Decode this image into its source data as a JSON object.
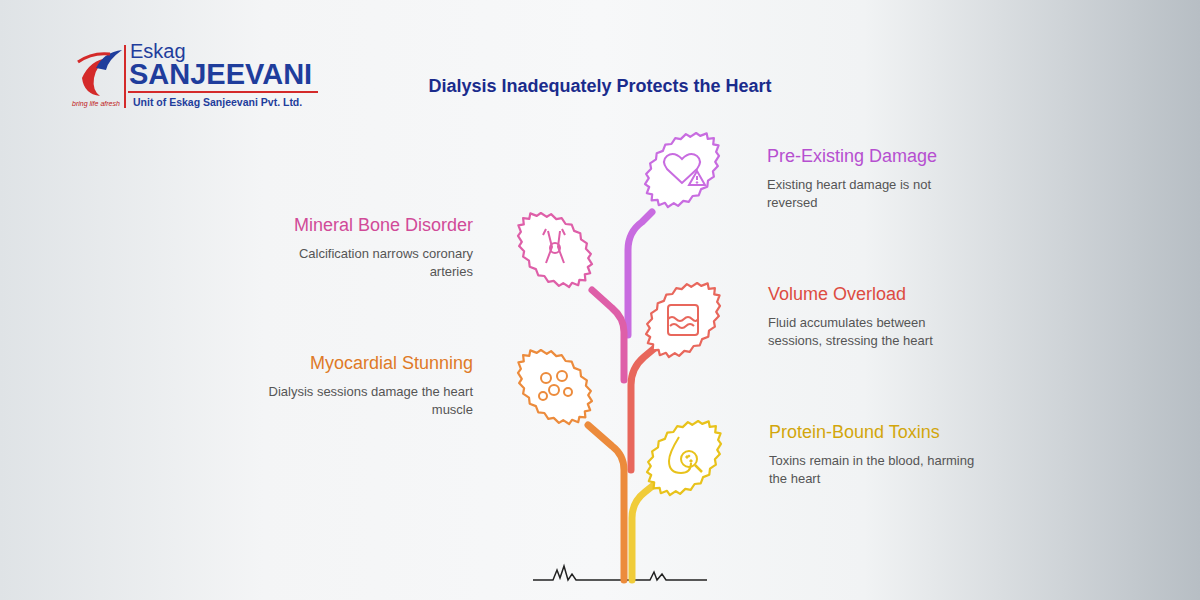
{
  "diagram": {
    "title": "Dialysis Inadequately Protects the Heart",
    "nodes": [
      {
        "text": [
          "Pre-Existing Damage",
          "Existing heart damage is not reversed"
        ]
      },
      {
        "text": [
          "Mineral Bone Disorder",
          "Calcification narrows coronary arteries"
        ]
      },
      {
        "text": [
          "Volume Overload",
          "Fluid accumulates between sessions, stressing the heart"
        ]
      },
      {
        "text": [
          "Myocardial Stunning",
          "Dialysis sessions damage the heart muscle"
        ]
      },
      {
        "text": [
          "Protein-Bound Toxins",
          "Toxins remain in the blood, harming the heart"
        ]
      }
    ],
    "labels": [
      "Eskag",
      "SANJEEVANI",
      "Unit of Eskag Sanjeevani Pvt. Ltd.",
      "bring life afresh"
    ]
  }
}
